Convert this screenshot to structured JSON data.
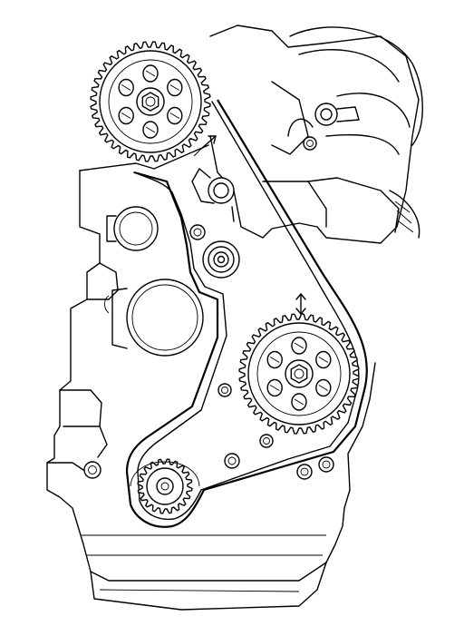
{
  "diagram": {
    "type": "engine-timing-belt-line-drawing",
    "stroke_color": "#000000",
    "background_color": "#ffffff",
    "components": [
      "camshaft-sprocket-upper",
      "camshaft-sprocket-lower",
      "crankshaft-sprocket",
      "timing-belt",
      "idler-pulley",
      "tensioner-pulley",
      "water-pump",
      "engine-block",
      "oil-pan",
      "timing-mark-upper",
      "timing-mark-lower"
    ],
    "gears": [
      {
        "name": "upper-camshaft-sprocket",
        "teeth": 40,
        "bolt_holes": 6
      },
      {
        "name": "lower-camshaft-sprocket",
        "teeth": 40,
        "bolt_holes": 6
      },
      {
        "name": "crankshaft-sprocket",
        "teeth": 20,
        "bolt_holes": 0
      }
    ]
  }
}
